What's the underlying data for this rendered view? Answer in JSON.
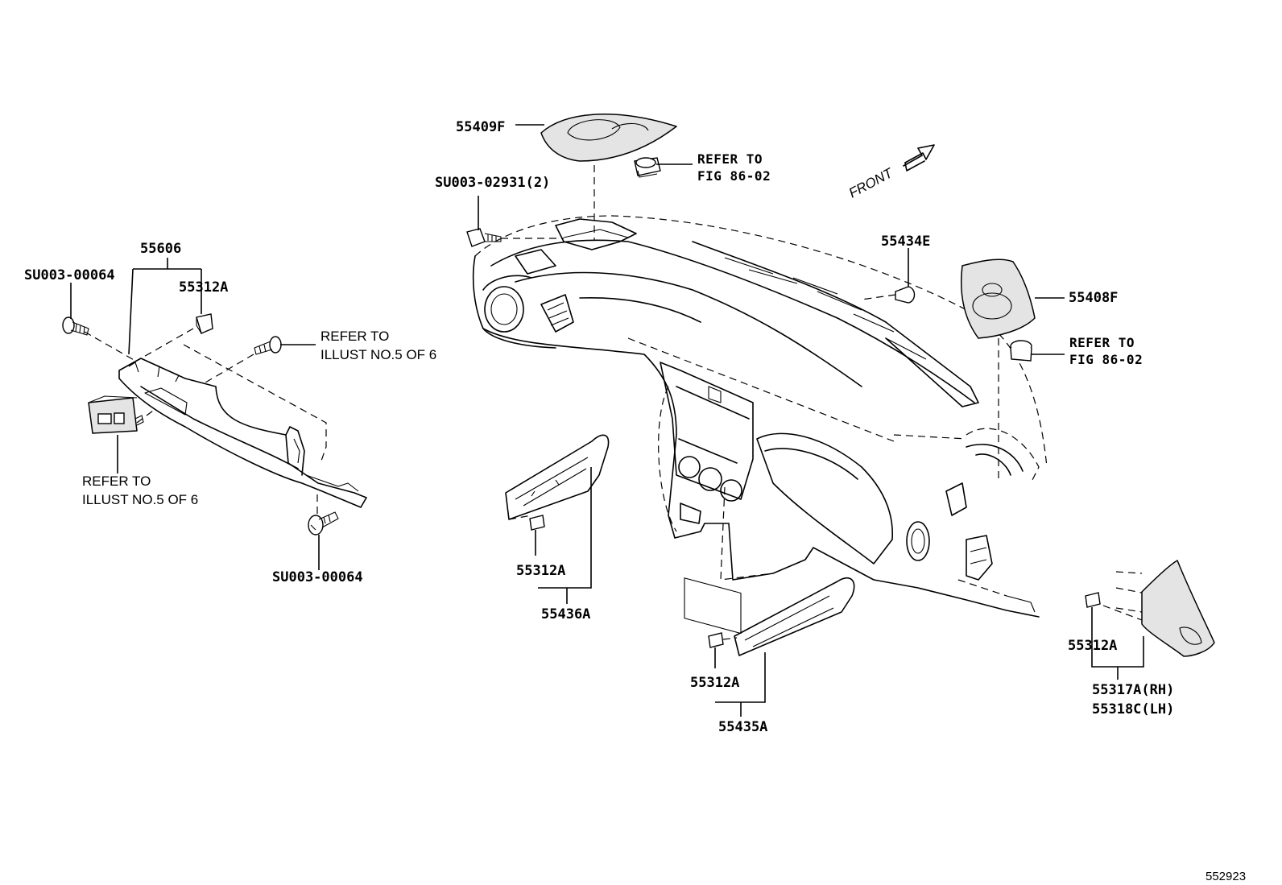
{
  "labels": {
    "p55409F": "55409F",
    "su0002931": "SU003-02931(2)",
    "p55606": "55606",
    "su00064_top": "SU003-00064",
    "p55312A_top": "55312A",
    "p55434E": "55434E",
    "p55408F": "55408F",
    "p55312A_mid": "55312A",
    "p55436A": "55436A",
    "p55312A_bottom": "55312A",
    "p55435A": "55435A",
    "p55312A_right": "55312A",
    "p55317A": "55317A(RH)",
    "p55318C": "55318C(LH)",
    "su00064_bottom": "SU003-00064"
  },
  "refs": {
    "fig_top": [
      "REFER TO",
      "FIG 86-02"
    ],
    "fig_right": [
      "REFER TO",
      "FIG 86-02"
    ],
    "illust_upper": [
      "REFER TO",
      "ILLUST NO.5 OF 6"
    ],
    "illust_lower": [
      "REFER TO",
      "ILLUST NO.5 OF 6"
    ]
  },
  "direction": "FRONT",
  "figure_number": "552923"
}
